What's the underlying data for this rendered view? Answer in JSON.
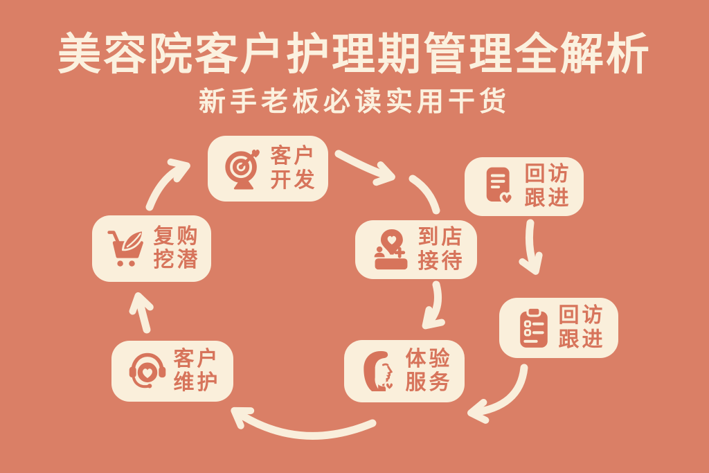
{
  "colors": {
    "background": "#DA7F66",
    "card": "#FAEFDB",
    "accent": "#D7745B",
    "arrow": "#F9EEDB"
  },
  "header": {
    "title": "美容院客户护理期管理全解析",
    "subtitle": "新手老板必读实用干货"
  },
  "cycle": {
    "nodes": [
      {
        "id": "customer-development",
        "icon": "target-dart-icon",
        "line1": "客户",
        "line2": "开发"
      },
      {
        "id": "followup-visit-1",
        "icon": "document-heart-icon",
        "line1": "回访",
        "line2": "跟进"
      },
      {
        "id": "store-reception",
        "icon": "location-pin-counter-icon",
        "line1": "到店",
        "line2": "接待"
      },
      {
        "id": "followup-visit-2",
        "icon": "clipboard-checklist-icon",
        "line1": "回访",
        "line2": "跟进"
      },
      {
        "id": "experience-service",
        "icon": "woman-face-icon",
        "line1": "体验",
        "line2": "服务"
      },
      {
        "id": "customer-maintenance",
        "icon": "headset-heart-icon",
        "line1": "客户",
        "line2": "维护"
      },
      {
        "id": "repurchase-mining",
        "icon": "cart-sprout-icon",
        "line1": "复购",
        "line2": "挖潜"
      }
    ]
  }
}
